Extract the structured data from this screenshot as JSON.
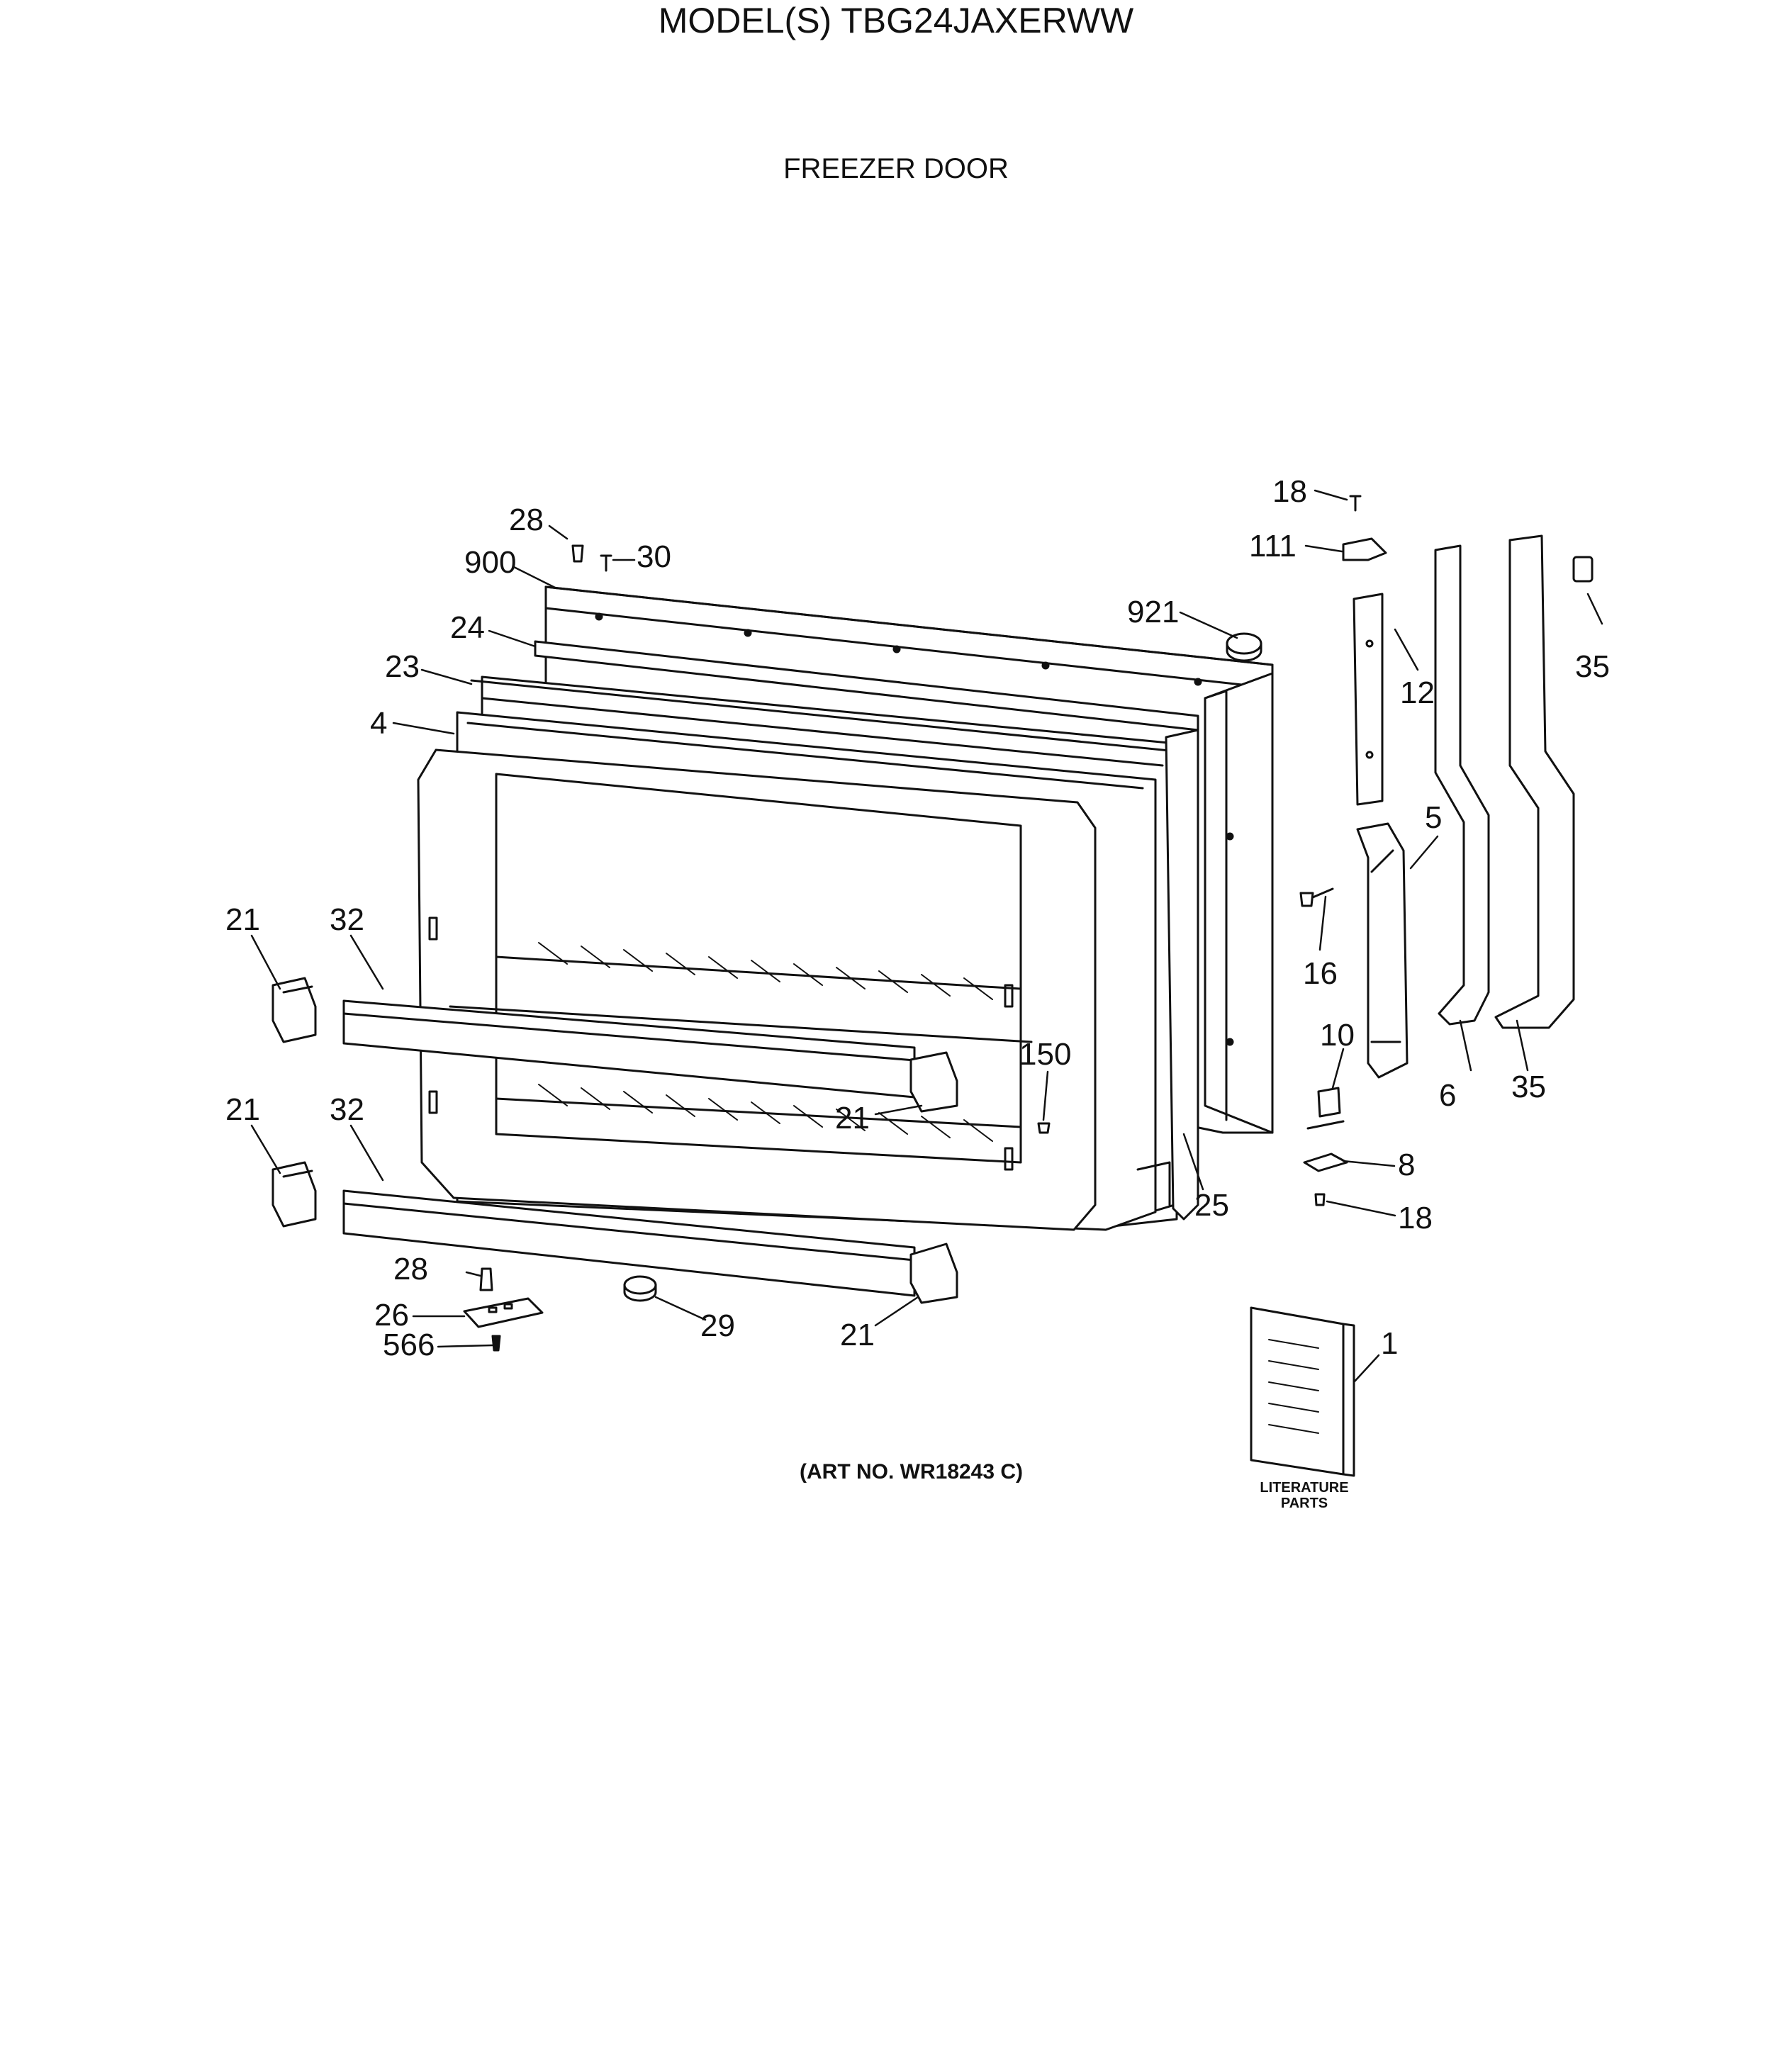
{
  "header": {
    "title": "MODEL(S) TBG24JAXERWW",
    "section": "FREEZER DOOR"
  },
  "art_number": "(ART NO. WR18243 C)",
  "literature": {
    "line1": "LITERATURE",
    "line2": "PARTS"
  },
  "callouts": [
    {
      "id": "c18a",
      "label": "18"
    },
    {
      "id": "c111",
      "label": "111"
    },
    {
      "id": "c28a",
      "label": "28"
    },
    {
      "id": "c30",
      "label": "30"
    },
    {
      "id": "c900",
      "label": "900"
    },
    {
      "id": "c921",
      "label": "921"
    },
    {
      "id": "c12",
      "label": "12"
    },
    {
      "id": "c35a",
      "label": "35"
    },
    {
      "id": "c24",
      "label": "24"
    },
    {
      "id": "c23",
      "label": "23"
    },
    {
      "id": "c4",
      "label": "4"
    },
    {
      "id": "c5",
      "label": "5"
    },
    {
      "id": "c16",
      "label": "16"
    },
    {
      "id": "c21a",
      "label": "21"
    },
    {
      "id": "c32a",
      "label": "32"
    },
    {
      "id": "c10",
      "label": "10"
    },
    {
      "id": "c6",
      "label": "6"
    },
    {
      "id": "c35b",
      "label": "35"
    },
    {
      "id": "c150",
      "label": "150"
    },
    {
      "id": "c21b",
      "label": "21"
    },
    {
      "id": "c21c",
      "label": "21"
    },
    {
      "id": "c32b",
      "label": "32"
    },
    {
      "id": "c8",
      "label": "8"
    },
    {
      "id": "c25",
      "label": "25"
    },
    {
      "id": "c18b",
      "label": "18"
    },
    {
      "id": "c28b",
      "label": "28"
    },
    {
      "id": "c26",
      "label": "26"
    },
    {
      "id": "c29",
      "label": "29"
    },
    {
      "id": "c566",
      "label": "566"
    },
    {
      "id": "c21d",
      "label": "21"
    },
    {
      "id": "c1",
      "label": "1"
    }
  ]
}
